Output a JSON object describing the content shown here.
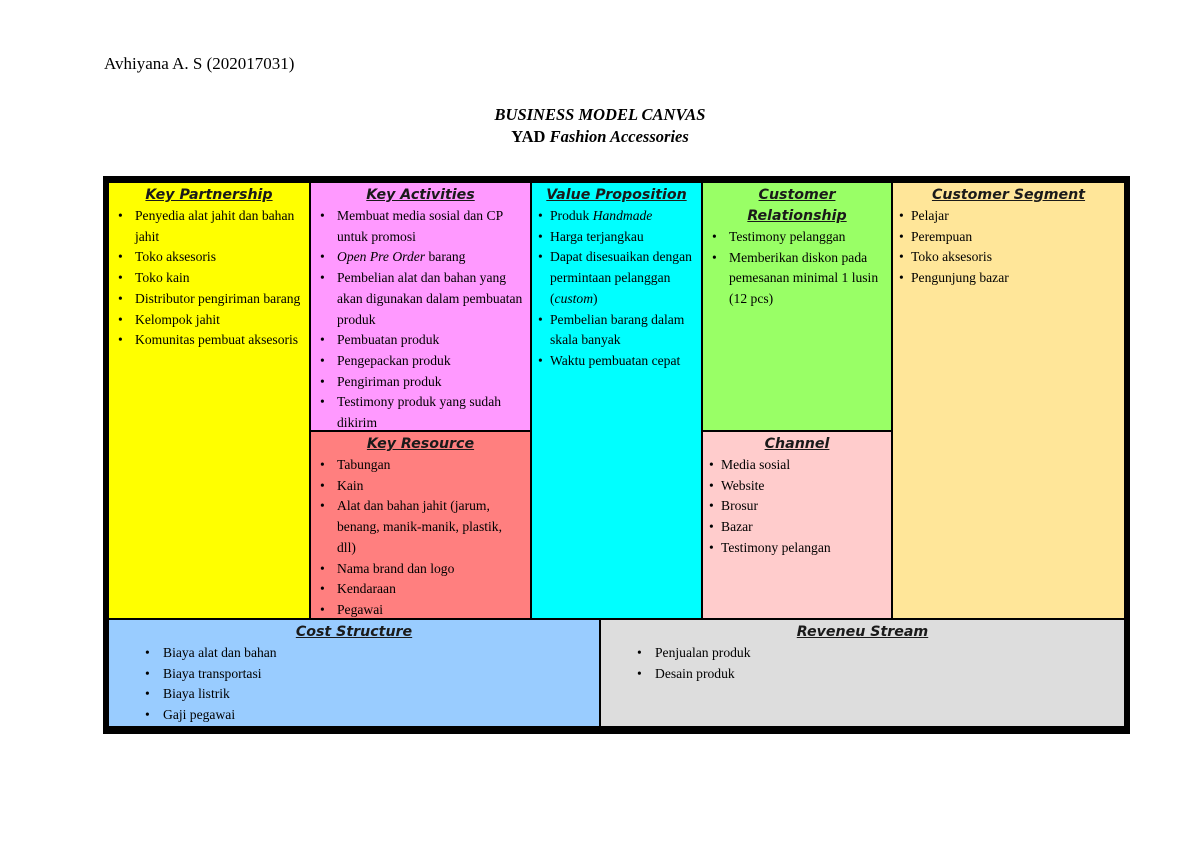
{
  "author": "Avhiyana A. S (202017031)",
  "title": "BUSINESS MODEL CANVAS",
  "subtitle_prefix": "YAD",
  "subtitle_italic": "Fashion Accessories",
  "key_partnership": {
    "heading": "Key Partnership",
    "items": [
      "Penyedia alat jahit dan bahan jahit",
      "Toko aksesoris",
      "Toko kain",
      "Distributor pengiriman barang",
      "Kelompok jahit",
      "Komunitas pembuat aksesoris"
    ]
  },
  "key_activities": {
    "heading": "Key Activities",
    "items": [
      {
        "text": "Membuat media sosial dan CP untuk promosi",
        "italic": ""
      },
      {
        "italic": "Open Pre Order",
        "text": " barang"
      },
      {
        "text": "Pembelian alat dan bahan yang akan digunakan dalam pembuatan produk",
        "italic": ""
      },
      {
        "text": "Pembuatan produk",
        "italic": ""
      },
      {
        "text": "Pengepackan produk",
        "italic": ""
      },
      {
        "text": "Pengiriman produk",
        "italic": ""
      },
      {
        "text": "Testimony produk yang sudah dikirim",
        "italic": ""
      }
    ]
  },
  "key_resource": {
    "heading": "Key Resource",
    "items": [
      "Tabungan",
      "Kain",
      "Alat  dan bahan jahit (jarum, benang, manik-manik, plastik, dll)",
      "Nama brand dan logo",
      "Kendaraan",
      "Pegawai"
    ]
  },
  "value_proposition": {
    "heading": "Value Proposition",
    "items": [
      {
        "before": "Produk ",
        "italic": "Handmade",
        "after": ""
      },
      {
        "before": "Harga terjangkau",
        "italic": "",
        "after": ""
      },
      {
        "before": "Dapat disesuaikan dengan permintaan pelanggan (",
        "italic": "custom",
        "after": ")"
      },
      {
        "before": "Pembelian barang dalam skala banyak",
        "italic": "",
        "after": ""
      },
      {
        "before": "Waktu pembuatan cepat",
        "italic": "",
        "after": ""
      }
    ]
  },
  "customer_relationship": {
    "heading": "Customer Relationship",
    "items": [
      "Testimony pelanggan",
      "Memberikan diskon pada pemesanan minimal 1 lusin (12 pcs)"
    ]
  },
  "channel": {
    "heading": "Channel",
    "items": [
      "Media sosial",
      "Website",
      "Brosur",
      "Bazar",
      "Testimony pelangan"
    ]
  },
  "customer_segment": {
    "heading": "Customer Segment",
    "items": [
      "Pelajar",
      "Perempuan",
      "Toko aksesoris",
      "Pengunjung bazar"
    ]
  },
  "cost_structure": {
    "heading": "Cost Structure",
    "items": [
      "Biaya alat dan bahan",
      "Biaya transportasi",
      "Biaya listrik",
      "Gaji pegawai"
    ]
  },
  "revenue_stream": {
    "heading": "Reveneu Stream",
    "items": [
      "Penjualan produk",
      "Desain produk"
    ]
  },
  "colors": {
    "key_partnership": "#ffff00",
    "key_activities": "#ff99ff",
    "key_resource": "#ff7f7f",
    "value_proposition": "#00ffff",
    "customer_relationship": "#99ff66",
    "channel": "#ffcccc",
    "customer_segment": "#ffe699",
    "cost_structure": "#99ccff",
    "revenue_stream": "#dddddd"
  }
}
